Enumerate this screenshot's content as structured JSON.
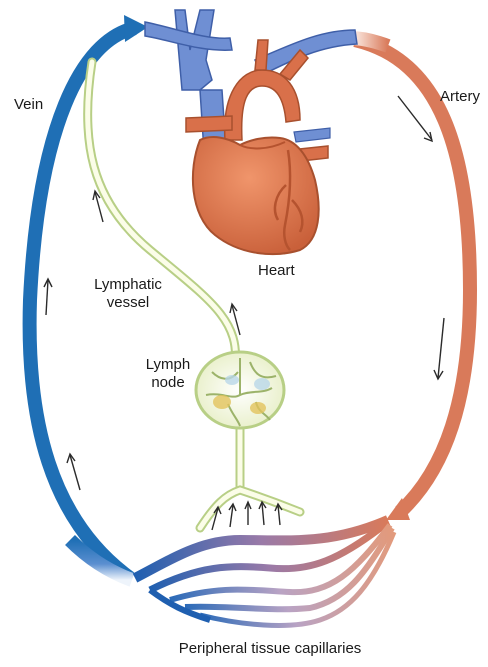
{
  "labels": {
    "vein": "Vein",
    "artery": "Artery",
    "heart": "Heart",
    "lymphatic_vessel_line1": "Lymphatic",
    "lymphatic_vessel_line2": "vessel",
    "lymph_node_line1": "Lymph",
    "lymph_node_line2": "node",
    "capillaries": "Peripheral tissue capillaries"
  },
  "colors": {
    "vein": "#1f6fb5",
    "artery": "#d97a5a",
    "lymph": "#b8cf86",
    "lymph_fill": "#fbfde8",
    "heart": "#d9704a",
    "arrow": "#2b2b2b"
  }
}
